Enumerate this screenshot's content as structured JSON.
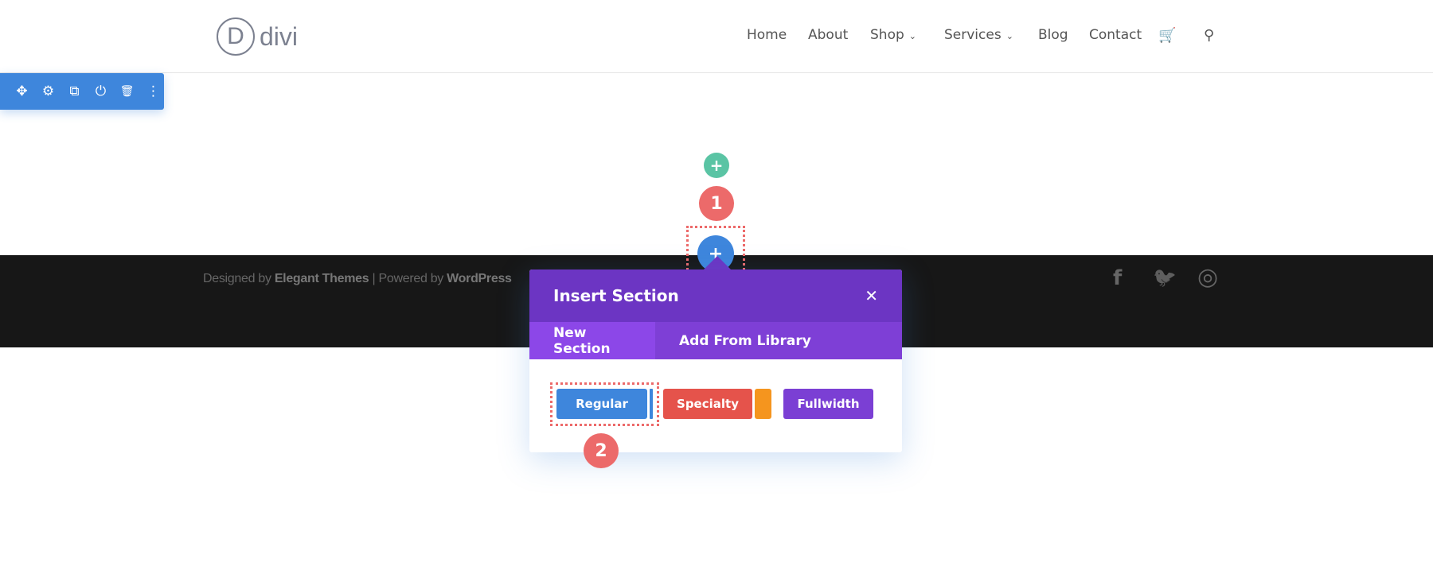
{
  "header": {
    "logo_letter": "D",
    "logo_text": "divi",
    "nav": [
      {
        "label": "Home"
      },
      {
        "label": "About"
      },
      {
        "label": "Shop",
        "dropdown": true
      },
      {
        "label": "Services",
        "dropdown": true
      },
      {
        "label": "Blog"
      },
      {
        "label": "Contact"
      }
    ],
    "chevron": "⌄",
    "cart_icon": "cart-icon",
    "search_icon": "search-icon"
  },
  "toolbar": {
    "icons": [
      "move-icon",
      "gear-icon",
      "duplicate-icon",
      "power-icon",
      "trash-icon",
      "more-icon"
    ],
    "glyphs": [
      "✥",
      "⚙",
      "⧉",
      "⏻",
      "🗑",
      "⋮"
    ]
  },
  "add_row_glyph": "+",
  "add_section_glyph": "+",
  "steps": {
    "one": "1",
    "two": "2"
  },
  "footer": {
    "designed_by": "Designed by",
    "elegant": "Elegant Themes",
    "sep": "|",
    "powered_by": "Powered by",
    "wordpress": "WordPress",
    "social": [
      "f",
      "🐦",
      "◎"
    ]
  },
  "popup": {
    "title": "Insert Section",
    "close": "✕",
    "tabs": [
      "New Section",
      "Add From Library"
    ],
    "buttons": {
      "regular": "Regular",
      "specialty": "Specialty",
      "fullwidth": "Fullwidth"
    }
  },
  "colors": {
    "blue": "#3e86dc",
    "red": "#e5534b",
    "orange": "#f5951e",
    "purple": "#7b3fd4",
    "green": "#5ac4a4",
    "badge": "#ec6a6a"
  }
}
